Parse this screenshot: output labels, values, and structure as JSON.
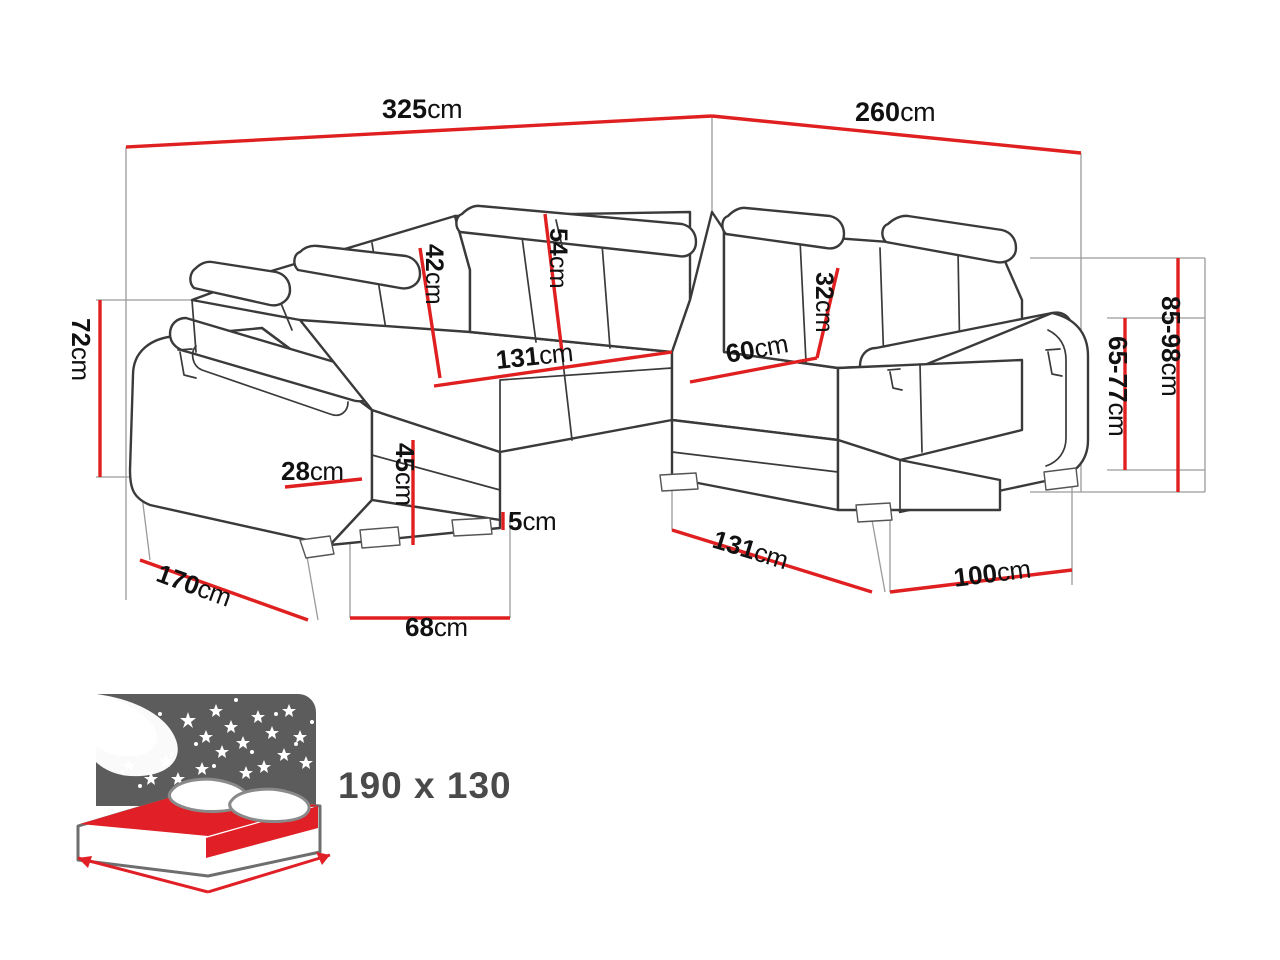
{
  "diagram": {
    "title": "Sectional sofa dimension diagram",
    "product_type": "U-shaped corner sofa bed",
    "unit": "cm",
    "colors": {
      "dimension_line": "#e02020",
      "guide_line": "#9a9a9a",
      "outline": "#3a3a3a",
      "label_text": "#111111",
      "bed_label_text": "#4a4a4a",
      "mattress_red": "#e01f26",
      "night_panel": "#5c5c5c"
    },
    "measurements": [
      {
        "id": "overall-width",
        "value": "325",
        "unit": "cm",
        "orientation": "diagonal-top-left",
        "label": "325cm"
      },
      {
        "id": "overall-depth",
        "value": "260",
        "unit": "cm",
        "orientation": "diagonal-top-right",
        "label": "260cm"
      },
      {
        "id": "backrest-height-low",
        "value": "42",
        "unit": "cm",
        "orientation": "vertical",
        "label": "42cm"
      },
      {
        "id": "backrest-height-high",
        "value": "54",
        "unit": "cm",
        "orientation": "vertical",
        "label": "54cm"
      },
      {
        "id": "seat-width-left",
        "value": "131",
        "unit": "cm",
        "orientation": "horizontal",
        "label": "131cm"
      },
      {
        "id": "seat-depth-corner",
        "value": "60",
        "unit": "cm",
        "orientation": "diagonal",
        "label": "60cm"
      },
      {
        "id": "backrest-height-side",
        "value": "32",
        "unit": "cm",
        "orientation": "vertical",
        "label": "32cm"
      },
      {
        "id": "arm-height-total",
        "value": "72",
        "unit": "cm",
        "orientation": "vertical",
        "label": "72cm"
      },
      {
        "id": "armrest-width",
        "value": "28",
        "unit": "cm",
        "orientation": "horizontal",
        "label": "28cm"
      },
      {
        "id": "seat-height",
        "value": "45",
        "unit": "cm",
        "orientation": "vertical",
        "label": "45cm"
      },
      {
        "id": "leg-height",
        "value": "5",
        "unit": "cm",
        "orientation": "vertical",
        "label": "5cm"
      },
      {
        "id": "chaise-depth",
        "value": "170",
        "unit": "cm",
        "orientation": "diagonal",
        "label": "170cm"
      },
      {
        "id": "chaise-width",
        "value": "68",
        "unit": "cm",
        "orientation": "horizontal",
        "label": "68cm"
      },
      {
        "id": "right-seat-width",
        "value": "131",
        "unit": "cm",
        "orientation": "diagonal",
        "label": "131cm"
      },
      {
        "id": "right-side-depth",
        "value": "100",
        "unit": "cm",
        "orientation": "diagonal",
        "label": "100cm"
      },
      {
        "id": "total-height-range",
        "value": "85-98",
        "unit": "cm",
        "orientation": "vertical",
        "label": "85-98cm"
      },
      {
        "id": "back-height-range",
        "value": "65-77",
        "unit": "cm",
        "orientation": "vertical",
        "label": "65-77cm"
      }
    ],
    "labels": {
      "overall_width": {
        "num": "325",
        "unit": "cm"
      },
      "overall_depth": {
        "num": "260",
        "unit": "cm"
      },
      "backrest_low": {
        "num": "42",
        "unit": "cm"
      },
      "backrest_high": {
        "num": "54",
        "unit": "cm"
      },
      "seat_width_left": {
        "num": "131",
        "unit": "cm"
      },
      "seat_depth_corner": {
        "num": "60",
        "unit": "cm"
      },
      "backrest_side": {
        "num": "32",
        "unit": "cm"
      },
      "arm_height": {
        "num": "72",
        "unit": "cm"
      },
      "armrest_width": {
        "num": "28",
        "unit": "cm"
      },
      "seat_height": {
        "num": "45",
        "unit": "cm"
      },
      "leg_height": {
        "num": "5",
        "unit": "cm"
      },
      "chaise_depth": {
        "num": "170",
        "unit": "cm"
      },
      "chaise_width": {
        "num": "68",
        "unit": "cm"
      },
      "right_seat_width": {
        "num": "131",
        "unit": "cm"
      },
      "right_side_depth": {
        "num": "100",
        "unit": "cm"
      },
      "total_height": {
        "num": "85-98",
        "unit": "cm"
      },
      "back_height": {
        "num": "65-77",
        "unit": "cm"
      }
    },
    "sleeping_area": {
      "label": "190 x 130",
      "icon": "bed-with-starry-night-icon",
      "width": "190",
      "length": "130"
    }
  }
}
